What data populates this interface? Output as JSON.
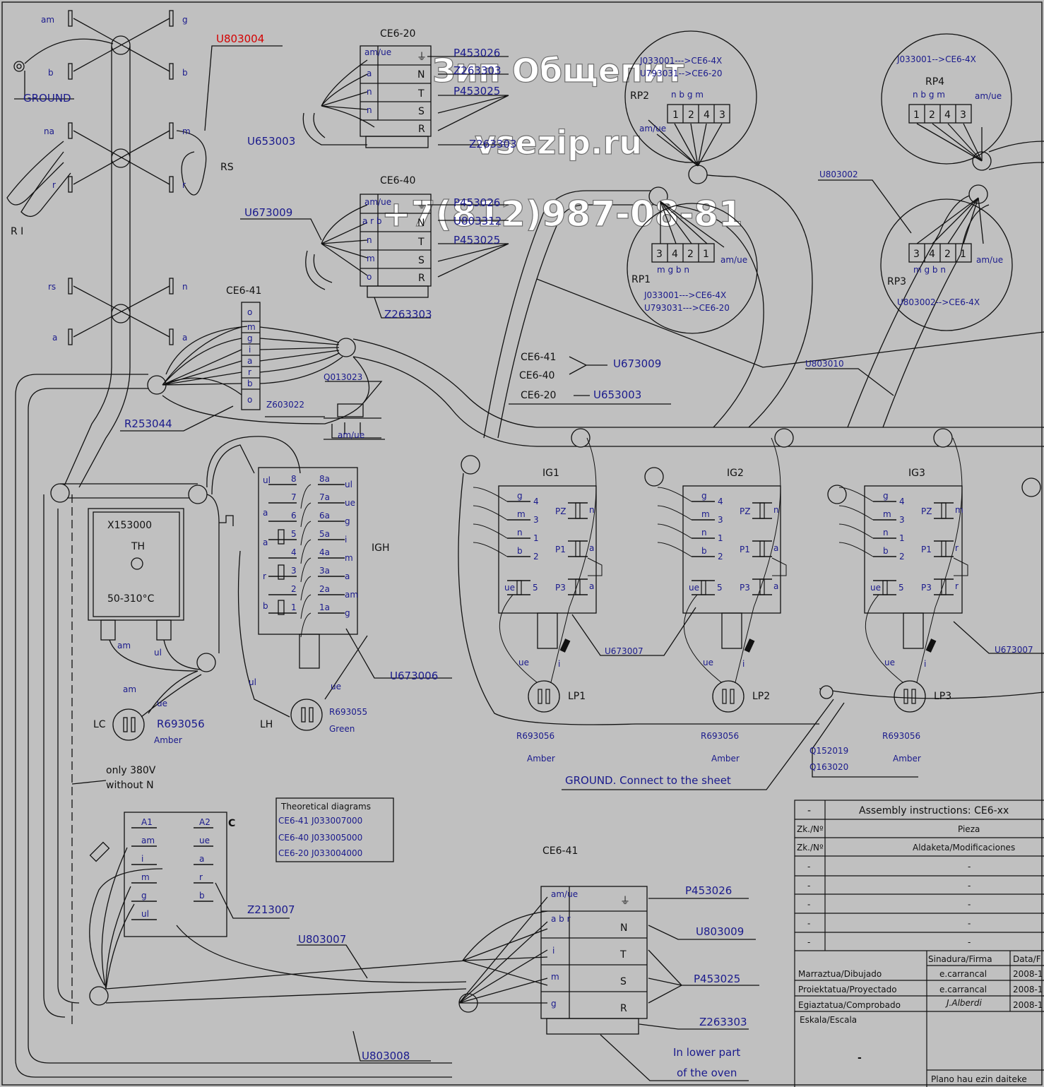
{
  "watermark": {
    "line1": "Зип Общепит",
    "line2": "vsezip.ru",
    "line3": "+7(812)987-08-81"
  },
  "topleft": {
    "am": "am",
    "g": "g",
    "b1": "b",
    "b2": "b",
    "na": "na",
    "m": "m",
    "r1": "r",
    "r2": "r",
    "rs": "rs",
    "n": "n",
    "a1": "a",
    "a2": "a",
    "ground": "GROUND",
    "u803004": "U803004",
    "RS": "RS",
    "RI": "R I"
  },
  "ce620": {
    "title": "CE6-20",
    "rows": [
      "am/ue",
      "a",
      "n",
      "n"
    ],
    "symbols": [
      "⏚",
      "N",
      "T",
      "S",
      "R"
    ],
    "p453026": "P453026",
    "z3": "Z263303",
    "p453025": "P453025",
    "u653003": "U653003",
    "zbot": "Z263303"
  },
  "ce640": {
    "title": "CE6-40",
    "rows": [
      "am/ue",
      "a r b",
      "n",
      "m",
      "o"
    ],
    "symbols": [
      "⏚",
      "N",
      "T",
      "S",
      "R"
    ],
    "p453026": "P453026",
    "u803312": "U803312",
    "p453025": "P453025",
    "u673009": "U673009",
    "z263303": "Z263303"
  },
  "ce641": {
    "title": "CE6-41",
    "rows": [
      "o",
      "m",
      "g",
      "i",
      "a",
      "r",
      "b",
      "o"
    ],
    "r253044": "R253044",
    "z603022": "Z603022",
    "q013023": "Q013023",
    "amue": "am/ue"
  },
  "rp": {
    "rp2": {
      "name": "RP2",
      "cols": "n b g m",
      "cells": [
        "1",
        "2",
        "4",
        "3"
      ],
      "j": "J033001--->CE6-4X",
      "u": "U793031-->CE6-20"
    },
    "rp4": {
      "name": "RP4",
      "cols": "n b g m",
      "cells": [
        "1",
        "2",
        "4",
        "3"
      ],
      "j": "J033001-->CE6-4X"
    },
    "rp1": {
      "name": "RP1",
      "cols": "m g b n",
      "cells": [
        "3",
        "4",
        "2",
        "1"
      ],
      "j": "J033001--->CE6-4X",
      "u": "U793031--->CE6-20"
    },
    "rp3": {
      "name": "RP3",
      "cols": "m g b n",
      "cells": [
        "3",
        "4",
        "2",
        "1"
      ],
      "u": "U803002-->CE6-4X"
    },
    "amue": "am/ue",
    "u803002": "U803002"
  },
  "mid": {
    "ce641": "CE6-41",
    "ce640": "CE6-40",
    "ce620": "CE6-20",
    "u673009": "U673009",
    "u653003": "U653003",
    "u803010": "U803010"
  },
  "th": {
    "code": "X153000",
    "name": "TH",
    "range": "50-310°C",
    "am": "am",
    "ul": "ul",
    "lc": "LC",
    "r": "R693056",
    "amber": "Amber",
    "am2": "am",
    "ue": "ue"
  },
  "igh": {
    "name": "IGH",
    "left": [
      "ul",
      "a",
      "a",
      "r",
      "b"
    ],
    "nums": [
      "8",
      "7",
      "6",
      "5",
      "4",
      "3",
      "2",
      "1"
    ],
    "rnums": [
      "8a",
      "7a",
      "6a",
      "5a",
      "4a",
      "3a",
      "2a",
      "1a"
    ],
    "rlabels": [
      "ul",
      "ue",
      "g",
      "i",
      "m",
      "a",
      "am",
      "g"
    ],
    "u673006": "U673006",
    "lh": "LH",
    "r693055": "R693055",
    "green": "Green",
    "ul": "ul",
    "ue": "ue"
  },
  "ig": {
    "units": [
      {
        "name": "IG1",
        "lp": "LP1",
        "r": "R693056",
        "amber": "Amber",
        "p2": "n",
        "p1": "a",
        "p3": "a"
      },
      {
        "name": "IG2",
        "lp": "LP2",
        "r": "R693056",
        "amber": "Amber",
        "p2": "n",
        "p1": "a",
        "p3": "a"
      },
      {
        "name": "IG3",
        "lp": "LP3",
        "r": "R693056",
        "amber": "Amber",
        "p2": "m",
        "p1": "r",
        "p3": "r"
      }
    ],
    "left": [
      "g",
      "m",
      "n",
      "b"
    ],
    "nums": [
      "4",
      "3",
      "1",
      "2"
    ],
    "ue": "ue",
    "five": "5",
    "i": "i",
    "pz": "PZ",
    "p1": "P1",
    "p3": "P3",
    "u673007a": "U673007",
    "u673007b": "U673007",
    "q152019": "Q152019",
    "q163020": "Q163020",
    "ground": "GROUND. Connect to the sheet"
  },
  "lower": {
    "only": "only 380V",
    "without": "without N",
    "c": "C",
    "cl": [
      "A1",
      "am",
      "i",
      "m",
      "g",
      "ul"
    ],
    "cr": [
      "A2",
      "ue",
      "a",
      "r",
      "b"
    ],
    "z213007": "Z213007",
    "theo_title": "Theoretical diagrams",
    "theo": [
      "CE6-41   J033007000",
      "CE6-40   J033005000",
      "CE6-20   J033004000"
    ],
    "ce641": "CE6-41",
    "rows": [
      "am/ue",
      "a b r",
      "i",
      "m",
      "g"
    ],
    "symbols": [
      "⏚",
      "N",
      "T",
      "S",
      "R"
    ],
    "p453026": "P453026",
    "u803009": "U803009",
    "p453025": "P453025",
    "z263303": "Z263303",
    "u803007": "U803007",
    "u803008": "U803008",
    "lower1": "In lower part",
    "lower2": "of the oven"
  },
  "titleblock": {
    "dash": "-",
    "title": "Assembly instructions: CE6-xx",
    "zk1": "Zk./Nº",
    "pieza": "Pieza",
    "zk2": "Zk./Nº",
    "mods": "Aldaketa/Modificaciones",
    "rows": [
      "-",
      "-",
      "-",
      "-",
      "-"
    ],
    "sinadura": "Sinadura/Firma",
    "data": "Data/F",
    "marr": "Marraztua/Dibujado",
    "proj": "Proiektatua/Proyectado",
    "egl": "Egiaztatua/Comprobado",
    "f1": "e.carrancal",
    "f2": "e.carrancal",
    "f3": "J.Alberdi",
    "d1": "2008-1",
    "d2": "2008-1",
    "d3": "2008-1",
    "escala": "Eskala/Escala",
    "escval": "-",
    "plano": "Plano hau ezin daiteke"
  }
}
